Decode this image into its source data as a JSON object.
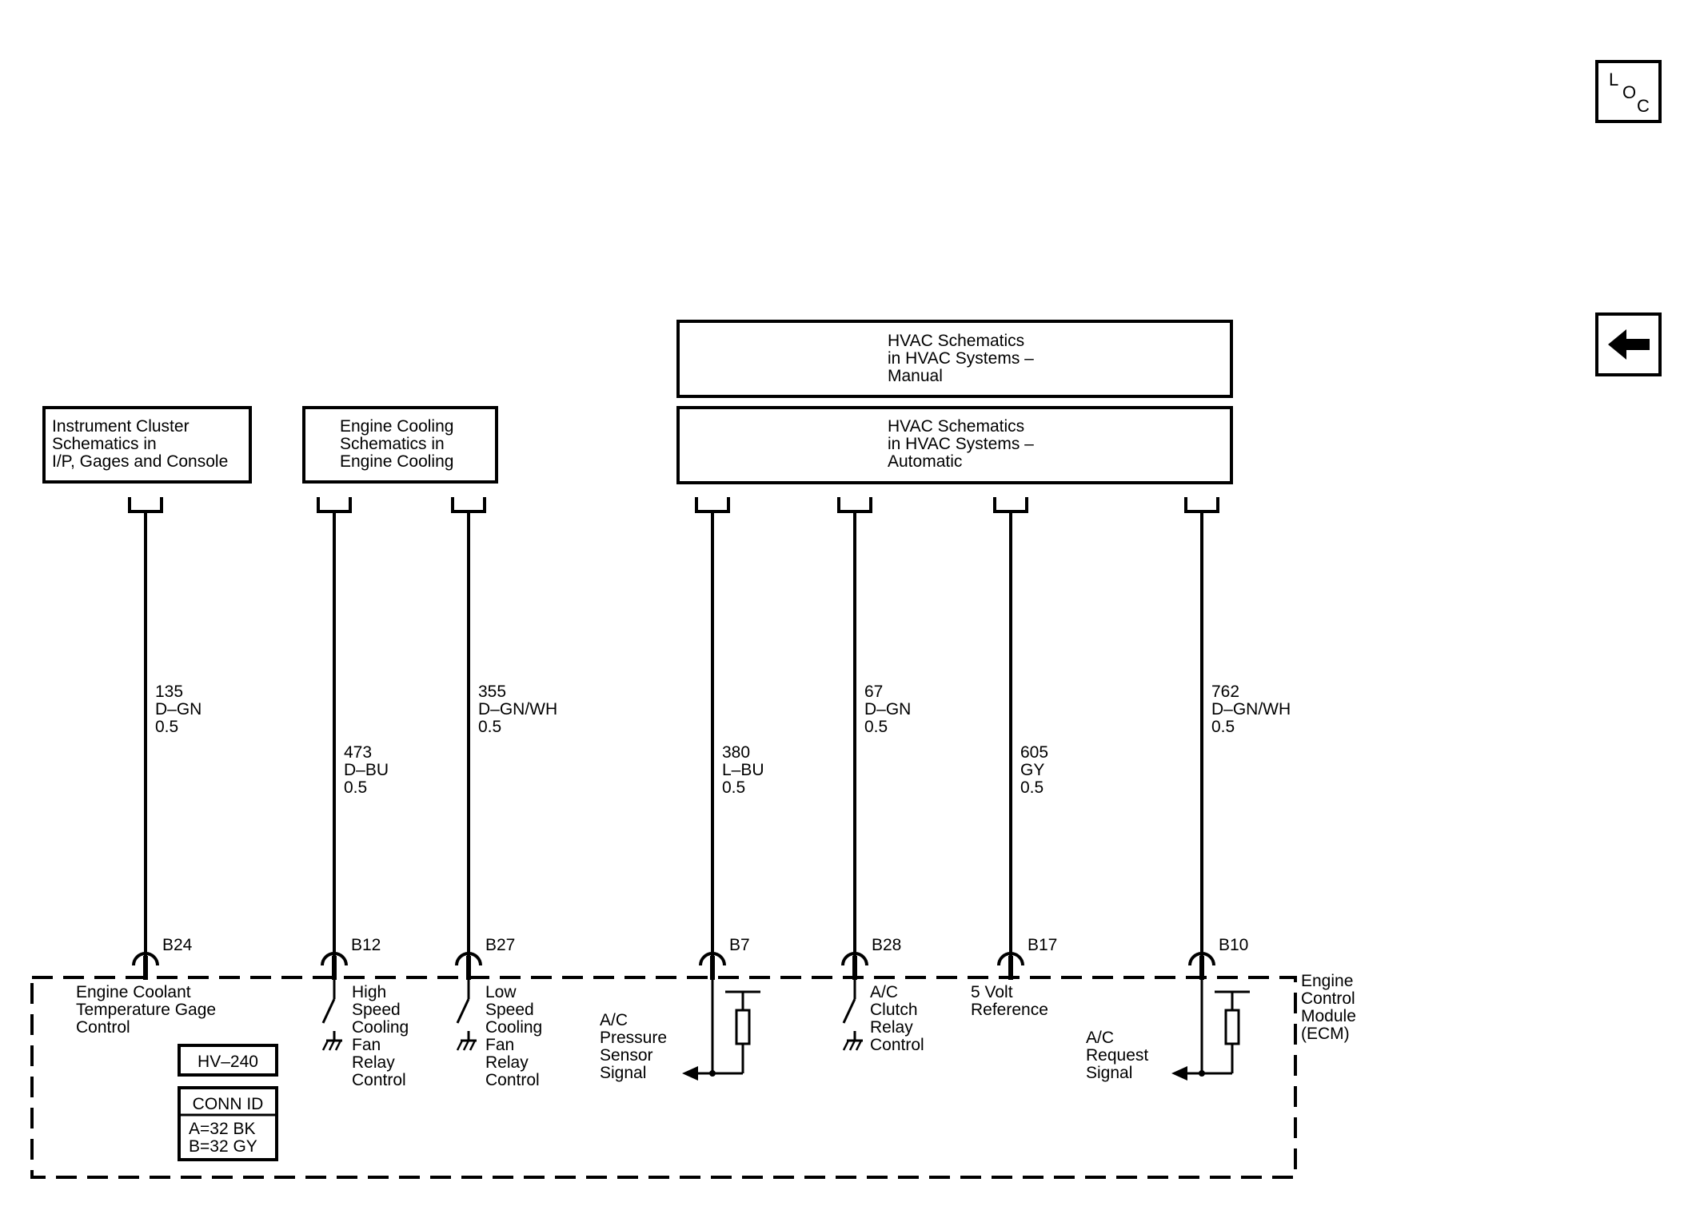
{
  "nav": {
    "loc": {
      "letters": [
        "L",
        "O",
        "C"
      ]
    },
    "back": {
      "icon": "left-arrow-icon"
    }
  },
  "references": [
    {
      "id": "ic",
      "lines": [
        "Instrument Cluster",
        "Schematics in",
        "I/P, Gages and Console"
      ]
    },
    {
      "id": "ec",
      "lines": [
        "Engine Cooling",
        "Schematics in",
        "Engine Cooling"
      ]
    },
    {
      "id": "hvac_manual",
      "lines": [
        "HVAC Schematics",
        "in HVAC Systems –",
        "Manual"
      ]
    },
    {
      "id": "hvac_auto",
      "lines": [
        "HVAC Schematics",
        "in HVAC Systems –",
        "Automatic"
      ]
    }
  ],
  "wires": [
    {
      "pin": "B24",
      "circuit": "135",
      "color": "D–GN",
      "gauge": "0.5",
      "function": [
        "Engine Coolant",
        "Temperature Gage",
        "Control"
      ]
    },
    {
      "pin": "B12",
      "circuit": "473",
      "color": "D–BU",
      "gauge": "0.5",
      "function": [
        "High",
        "Speed",
        "Cooling",
        "Fan",
        "Relay",
        "Control"
      ]
    },
    {
      "pin": "B27",
      "circuit": "355",
      "color": "D–GN/WH",
      "gauge": "0.5",
      "function": [
        "Low",
        "Speed",
        "Cooling",
        "Fan",
        "Relay",
        "Control"
      ]
    },
    {
      "pin": "B7",
      "circuit": "380",
      "color": "L–BU",
      "gauge": "0.5",
      "function": [
        "A/C",
        "Pressure",
        "Sensor",
        "Signal"
      ]
    },
    {
      "pin": "B28",
      "circuit": "67",
      "color": "D–GN",
      "gauge": "0.5",
      "function": [
        "A/C",
        "Clutch",
        "Relay",
        "Control"
      ]
    },
    {
      "pin": "B17",
      "circuit": "605",
      "color": "GY",
      "gauge": "0.5",
      "function": [
        "5 Volt",
        "Reference"
      ]
    },
    {
      "pin": "B10",
      "circuit": "762",
      "color": "D–GN/WH",
      "gauge": "0.5",
      "function": [
        "A/C",
        "Request",
        "Signal"
      ]
    }
  ],
  "module": {
    "name": [
      "Engine",
      "Control",
      "Module",
      "(ECM)"
    ],
    "harness_id": "HV–240",
    "conn_id": {
      "title": "CONN ID",
      "lines": [
        "A=32 BK",
        "B=32 GY"
      ]
    }
  }
}
